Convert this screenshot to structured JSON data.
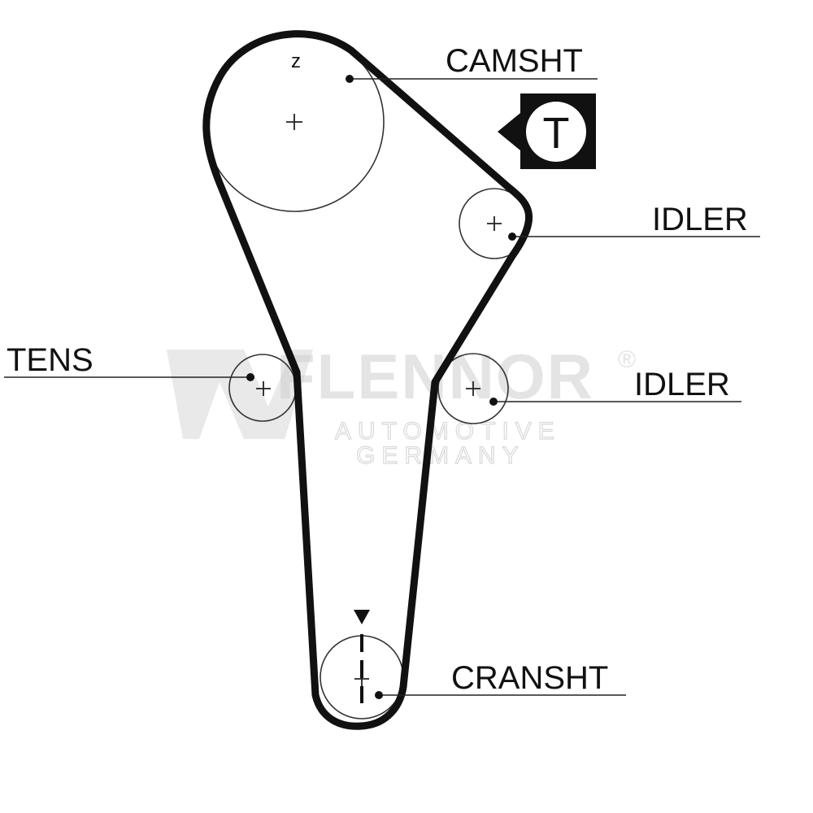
{
  "labels": {
    "camshaft": "CAMSHT",
    "idler_upper": "IDLER",
    "idler_lower": "IDLER",
    "tensioner": "TENS",
    "crankshaft": "CRANSHT",
    "cam_mark": "z",
    "timing_badge": "T"
  },
  "watermark": {
    "brand": "FLENNOR",
    "registered": "®",
    "line1": "AUTOMOTIVE",
    "line2": "GERMANY"
  },
  "colors": {
    "belt": "#111111",
    "pulley": "#333333",
    "watermark": "#cfcfcf"
  }
}
